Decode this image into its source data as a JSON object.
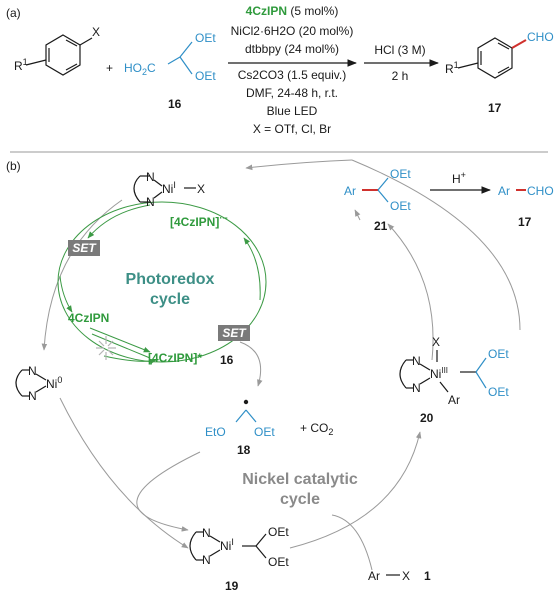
{
  "panel_a": {
    "label": "(a)",
    "aryl_x": "X",
    "r1": "R",
    "r1_sup": "1",
    "plus": "+",
    "acid_ho2c": "HO",
    "acid_2": "2",
    "acid_c": "C",
    "oet_1": "OEt",
    "oet_2": "OEt",
    "compound_16": "16",
    "cond_catalyst": "4CzIPN",
    "cond_catalyst_load": "(5 mol%)",
    "cond_line2": "NiCl2·6H2O (20 mol%)",
    "cond_line3": "dtbbpy (24 mol%)",
    "cond_line4": "Cs2CO3 (1.5 equiv.)",
    "cond_line5": "DMF, 24-48 h, r.t.",
    "cond_line6": "Blue LED",
    "cond_line7": "X = OTf, Cl, Br",
    "step2_top": "HCl (3 M)",
    "step2_bottom": "2 h",
    "prod_r": "R",
    "prod_r_sup": "1",
    "prod_cho": "CHO",
    "compound_17": "17"
  },
  "panel_b": {
    "label": "(b)",
    "ni_i_x": "Ni",
    "ni_i_x_sup": "I",
    "ni_i_x_x": "X",
    "n_label": "N",
    "ni0": "Ni",
    "ni0_sup": "0",
    "czipn_rad": "[4CzIPN]",
    "czipn_rad_sup": "·−",
    "czipn": "4CzIPN",
    "czipn_star": "[4CzIPN]*",
    "set": "SET",
    "photoredox_1": "Photoredox",
    "photoredox_2": "cycle",
    "compound_16": "16",
    "ar": "Ar",
    "oet": "OEt",
    "compound_21": "21",
    "h_plus": "H",
    "h_plus_sup": "+",
    "ar_cho_ar": "Ar",
    "ar_cho_cho": "CHO",
    "compound_17": "17",
    "ni_iii": "Ni",
    "ni_iii_sup": "III",
    "x": "X",
    "compound_20": "20",
    "radical_eto": "EtO",
    "radical_oet": "OEt",
    "co2": "+ CO",
    "co2_sub": "2",
    "compound_18": "18",
    "nickel_1": "Nickel catalytic",
    "nickel_2": "cycle",
    "ni_i": "Ni",
    "ni_i_sup": "I",
    "compound_19": "19",
    "arx": "Ar",
    "arx_x": "X",
    "compound_1": "1"
  }
}
